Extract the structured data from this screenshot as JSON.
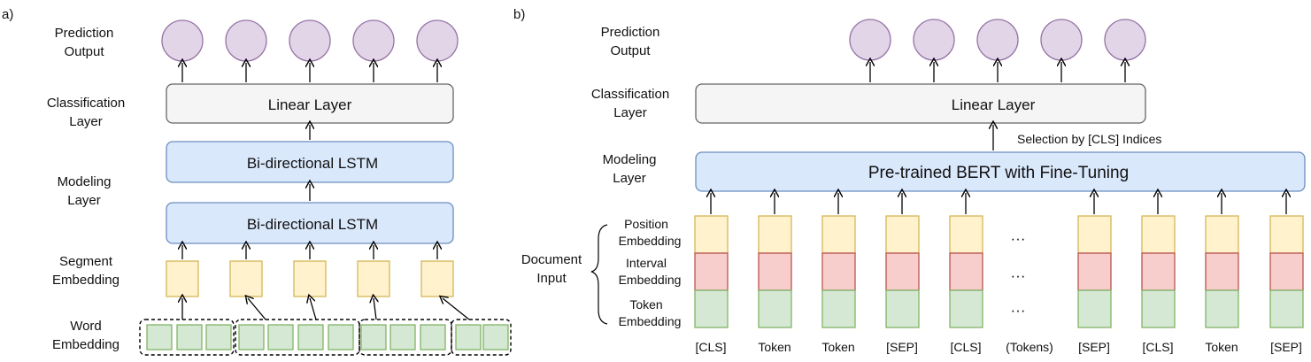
{
  "panel_a": {
    "tag": "a)",
    "labels": {
      "prediction": [
        "Prediction",
        "Output"
      ],
      "classification": [
        "Classification",
        "Layer"
      ],
      "modeling": [
        "Modeling",
        "Layer"
      ],
      "segment": [
        "Segment",
        "Embedding"
      ],
      "word": [
        "Word",
        "Embedding"
      ]
    },
    "linear_layer": "Linear Layer",
    "lstm_top": "Bi-directional LSTM",
    "lstm_bottom": "Bi-directional LSTM"
  },
  "panel_b": {
    "tag": "b)",
    "labels": {
      "prediction": [
        "Prediction",
        "Output"
      ],
      "classification": [
        "Classification",
        "Layer"
      ],
      "modeling": [
        "Modeling",
        "Layer"
      ],
      "document": [
        "Document",
        "Input"
      ],
      "position": [
        "Position",
        "Embedding"
      ],
      "interval": [
        "Interval",
        "Embedding"
      ],
      "token": [
        "Token",
        "Embedding"
      ]
    },
    "linear_layer": "Linear Layer",
    "selection": "Selection by [CLS] Indices",
    "bert": "Pre-trained BERT with Fine-Tuning",
    "ellipsis": "···",
    "tokens": [
      "[CLS]",
      "Token",
      "Token",
      "[SEP]",
      "[CLS]",
      "(Tokens)",
      "[SEP]",
      "[CLS]",
      "Token",
      "[SEP]"
    ]
  },
  "colors": {
    "output_fill": "#e1d5e7",
    "output_stroke": "#9673a6",
    "linear_fill": "#f5f5f5",
    "linear_stroke": "#666666",
    "blue_fill": "#dae8fc",
    "blue_stroke": "#6c8ebf",
    "yellow_fill": "#fff2cc",
    "yellow_stroke": "#d6b656",
    "red_fill": "#f8cecc",
    "red_stroke": "#b85450",
    "green_fill": "#d5e8d4",
    "green_stroke": "#82b366"
  }
}
